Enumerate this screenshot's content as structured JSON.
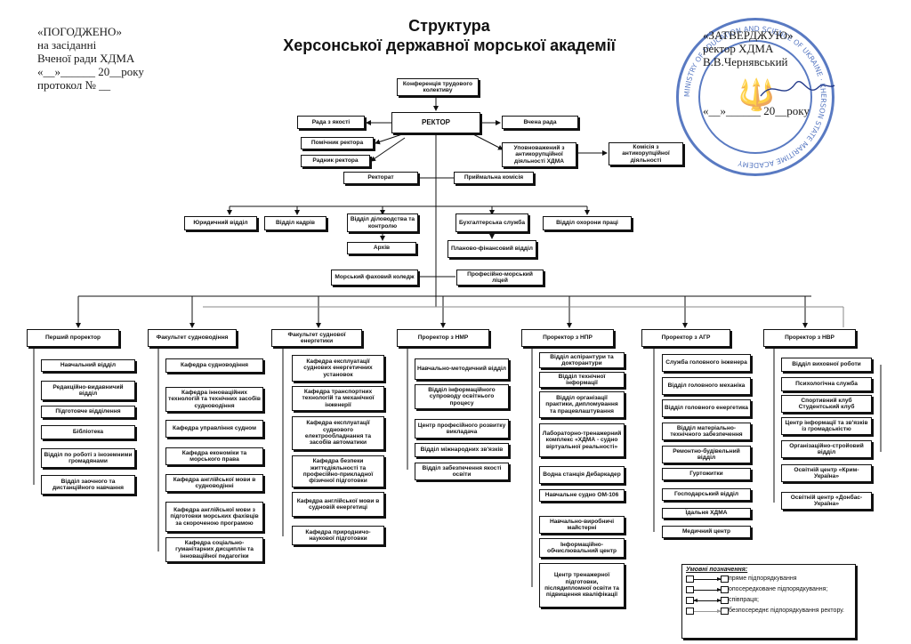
{
  "header": {
    "title_line1": "Структура",
    "title_line2": "Херсонської державної морської академії",
    "left": {
      "line1": "«ПОГОДЖЕНО»",
      "line2": "на засіданні",
      "line3": "Вченої ради ХДМА",
      "line4": "«__»______ 20__року",
      "line5": "протокол № __"
    },
    "right": {
      "line1": "«ЗАТВЕРДЖУЮ»",
      "line2": "ректор ХДМА",
      "line3": "В.В.Чернявський",
      "line4": "«__»______ 20__року"
    },
    "stamp_text": "MINISTRY OF EDUCATION AND SCIENCE OF UKRAINE · KHERSON STATE MARITIME ACADEMY"
  },
  "top": {
    "konf": "Конференція трудового колективу",
    "rektor": "РЕКТОР",
    "rada_yakosti": "Рада з якості",
    "vchena_rada": "Вчена рада",
    "pomichnyk": "Помічник ректора",
    "radnyk": "Радник ректора",
    "upovnovazh": "Уповноважений з антикорупційної діяльності ХДМА",
    "komisiya": "Комісія з антикорупційної діяльності",
    "rektorat": "Ректорат",
    "pryimalna": "Приймальна комісія"
  },
  "services": {
    "yurydychnyi": "Юридичний відділ",
    "kadriv": "Відділ кадрів",
    "dilovodstvo": "Відділ діловодства та контролю",
    "buhalteria": "Бухгалтерська служба",
    "okhorona": "Відділ охорони праці",
    "arkhiv": "Архів",
    "planovo": "Планово-фінансовий відділ",
    "koledzh": "Морський фаховий коледж",
    "litsei": "Професійно-морський ліцей"
  },
  "columns": [
    {
      "head": "Перший проректор",
      "items": [
        "Навчальний відділ",
        "Редакційно-видавничий відділ",
        "Підготовче відділення",
        "Бібліотека",
        "Відділ по роботі з іноземними громадянами",
        "Відділ заочного та дистанційного навчання"
      ]
    },
    {
      "head": "Факультет судноводіння",
      "items": [
        "Кафедра судноводіння",
        "Кафедра інноваційних технологій та технічних засобів судноводіння",
        "Кафедра управління судном",
        "Кафедра економіки та морського права",
        "Кафедра англійської мови в судноводінні",
        "Кафедра англійської мови з підготовки морських фахівців за скороченою програмою",
        "Кафедра соціально-гуманітарних дисциплін та інноваційної педагогіки"
      ]
    },
    {
      "head": "Факультет суднової енергетики",
      "items": [
        "Кафедра експлуатації суднових енергетичних установок",
        "Кафедра транспортних технологій та механічної інженерії",
        "Кафедра експлуатації суднового електрообладнання та засобів автоматики",
        "Кафедра безпеки життєдіяльності та професійно-прикладної фізичної підготовки",
        "Кафедра англійської мови в судновій енергетиці",
        "Кафедра природничо-наукової підготовки"
      ]
    },
    {
      "head": "Проректор з НМР",
      "items": [
        "Навчально-методичний відділ",
        "Відділ інформаційного супроводу освітнього процесу",
        "Центр професійного розвитку викладача",
        "Відділ міжнародних зв'язків",
        "Відділ забезпечення якості освіти"
      ]
    },
    {
      "head": "Проректор з НПР",
      "items": [
        "Відділ аспірантури та докторантури",
        "Відділ технічної інформації",
        "Відділ організації практики, дипломування та працевлаштування",
        "Лабораторно-тренажерний комплекс «ХДМА - судно віртуальної реальності»",
        "Водна станція Дебаркадер",
        "Навчальне судно ОМ-106",
        "Навчально-виробничі майстерні",
        "Інформаційно-обчислювальний центр",
        "Центр тренажерної підготовки, післядипломної освіти та підвищення кваліфікації"
      ]
    },
    {
      "head": "Проректор з АГР",
      "items": [
        "Служба головного інженера",
        "Відділ головного механіка",
        "Відділ головного енергетика",
        "Відділ матеріально-технічного забезпечення",
        "Ремонтно-будівельний відділ",
        "Гуртожитки",
        "Господарський відділ",
        "Їдальня ХДМА",
        "Медичний центр"
      ]
    },
    {
      "head": "Проректор з НВР",
      "items": [
        "Відділ виховної роботи",
        "Психологічна служба",
        "Спортивний клуб Студентський клуб",
        "Центр інформації та зв'язків із громадськістю",
        "Організаційно-стройовий відділ",
        "Освітній центр «Крим-Україна»",
        "Освітній центр «Донбас-Україна»"
      ]
    }
  ],
  "legend": {
    "title": "Умовні позначення:",
    "l1": "пряме підпорядкування",
    "l2": "опосередковане підпорядкування;",
    "l3": "співпраця;",
    "l4": "безпосереднє підпорядкування ректору."
  }
}
